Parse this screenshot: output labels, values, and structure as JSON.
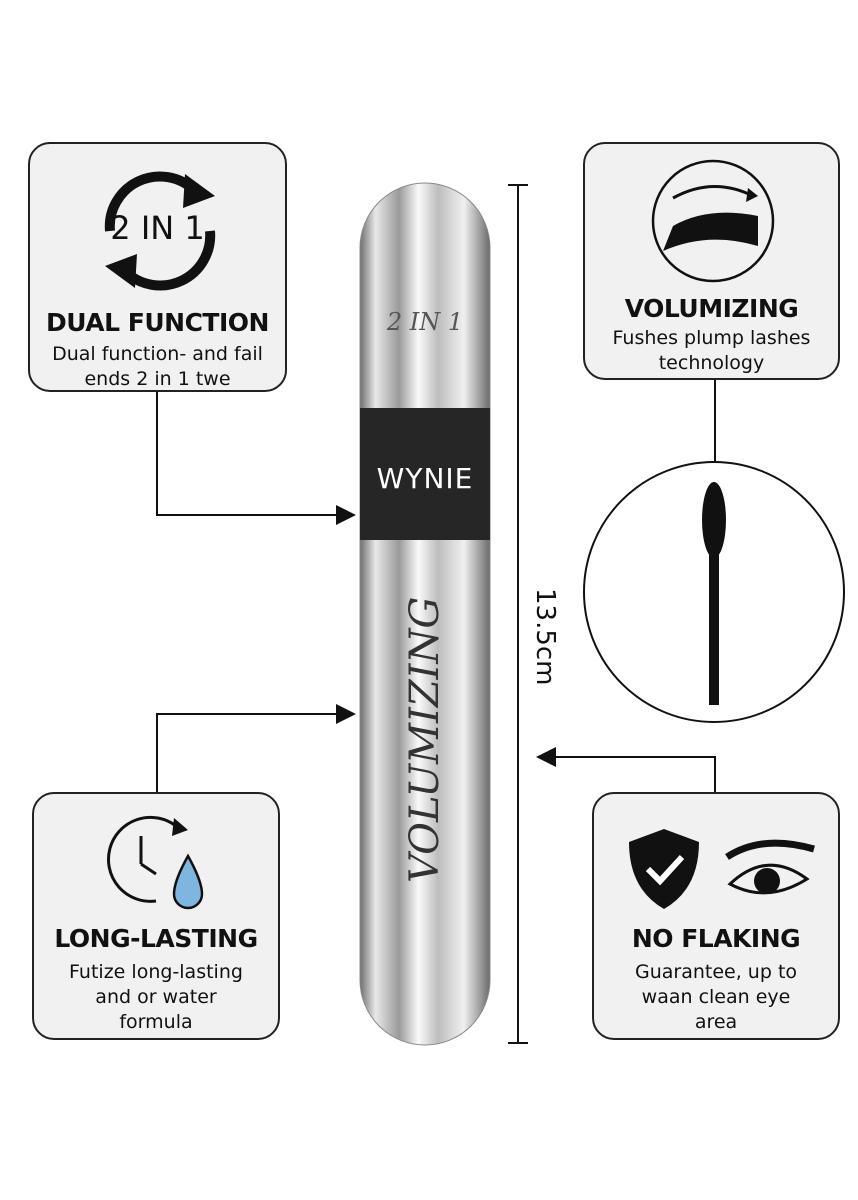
{
  "features": [
    {
      "icon": "2 IN 1",
      "title": "DUAL FUNCTION",
      "lines": [
        "Dual function- and fail",
        "ends 2 in 1 twe"
      ]
    },
    {
      "title": "VOLUMIZING",
      "lines": [
        "Fushes plump lashes",
        "technology"
      ]
    },
    {
      "title": "LONG-LASTING",
      "lines": [
        "Futize long-lasting",
        "and or water",
        "formula"
      ]
    },
    {
      "title": "NO FLAKING",
      "lines": [
        "Guarantee, up to",
        "waan clean eye",
        "area"
      ]
    }
  ],
  "product": {
    "cap_text": "2 IN 1",
    "brand": "WYNIE",
    "body_text": "VOLUMIZING"
  },
  "dimension": "13.5cm",
  "colors": {
    "band": "#262626",
    "drop": "#7fb6e0",
    "box": "#f1f1f1"
  }
}
